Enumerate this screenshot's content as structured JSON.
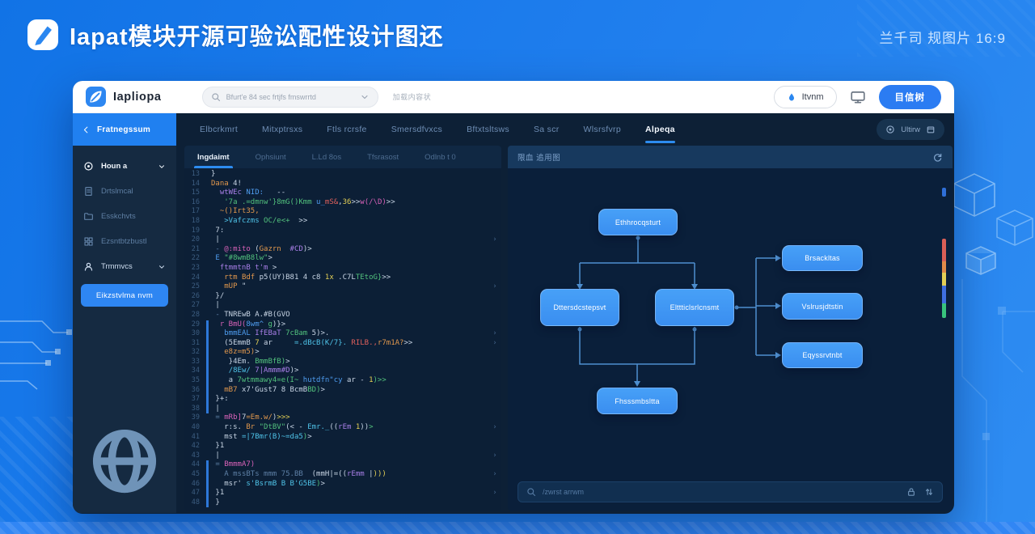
{
  "page": {
    "title": "Iapat模块开源可验讼配性设计图还",
    "meta": "兰千司 规图片 16:9"
  },
  "colors": {
    "accent": "#2d8cf0",
    "node_blue": "#3f97f6",
    "sidebar_header": "#2080f0",
    "wire": "#4e8fd0"
  },
  "topbar": {
    "logo_text": "Iapliopa",
    "logo_icon": "leaf-icon",
    "search_icon": "search-icon",
    "search_placeholder": "Bfurt'e 84 sec frtjfs fmswrrtd",
    "search_hint": "加载内容状",
    "theme_button": {
      "icon": "drop-icon",
      "label": "Itvnm"
    },
    "monitor_icon": "monitor-icon",
    "primary_button": "目信树"
  },
  "tabbar": {
    "tabs": [
      {
        "label": "Elbcrkmrt",
        "active": false
      },
      {
        "label": "Mitxptrsxs",
        "active": false
      },
      {
        "label": "Ftls rcrsfe",
        "active": false
      },
      {
        "label": "Smersdfvxcs",
        "active": false
      },
      {
        "label": "Bftxtsltsws",
        "active": false
      },
      {
        "label": "Sa scr",
        "active": false
      },
      {
        "label": "Wlsrsfvrp",
        "active": false
      },
      {
        "label": "Alpeqa",
        "active": true
      }
    ],
    "right_pill": {
      "icon_left": "badge-icon",
      "label": "Ultirw",
      "icon_right": "box-icon"
    }
  },
  "sidebar": {
    "back_icon": "chevron-left-icon",
    "header": "Fratnegssum",
    "items": [
      {
        "label": "Houn a",
        "icon": "target-icon",
        "state": "active",
        "chevron": true
      },
      {
        "label": "Drtslmcal",
        "icon": "file-icon",
        "state": "dim",
        "chevron": false
      },
      {
        "label": "Esskchvts",
        "icon": "folder-icon",
        "state": "dim",
        "chevron": false
      },
      {
        "label": "Ezsntbtzbustl",
        "icon": "grid-icon",
        "state": "dim",
        "chevron": false
      },
      {
        "label": "Trmmvcs",
        "icon": "user-icon",
        "state": "normal",
        "chevron": true
      }
    ],
    "cta": "Eikzstvlma nvm",
    "footer_icon": "globe-icon"
  },
  "editor": {
    "tabs": [
      {
        "label": "Ingdaimt",
        "active": true
      },
      {
        "label": "Ophsiunt",
        "active": false
      },
      {
        "label": "L.Ld 8os",
        "active": false
      },
      {
        "label": "Tfsrasost",
        "active": false
      },
      {
        "label": "Odlnb t 0",
        "active": false
      }
    ],
    "lines": [
      {
        "n": "13",
        "bar": 0,
        "chev": 0,
        "t": [
          [
            "w",
            "}"
          ]
        ]
      },
      {
        "n": "14",
        "bar": 0,
        "chev": 0,
        "t": [
          [
            "o",
            "Dana"
          ],
          [
            "w",
            " 4!"
          ]
        ]
      },
      {
        "n": "15",
        "bar": 0,
        "chev": 0,
        "t": [
          [
            "w",
            "  "
          ],
          [
            "p",
            "wtWEc"
          ],
          [
            "b",
            " NID:"
          ],
          [
            "w",
            "   --"
          ]
        ]
      },
      {
        "n": "16",
        "bar": 0,
        "chev": 0,
        "t": [
          [
            "w",
            "   "
          ],
          [
            "g",
            "'7a .=dmnw'}8mG()Kmm"
          ],
          [
            "b",
            " u_"
          ],
          [
            "r",
            "mS&"
          ],
          [
            "w",
            ","
          ],
          [
            "y",
            "36"
          ],
          [
            "w",
            ">>"
          ],
          [
            "m",
            "w(/\\D)"
          ],
          [
            "w",
            ">>"
          ]
        ]
      },
      {
        "n": "17",
        "bar": 0,
        "chev": 0,
        "t": [
          [
            "w",
            "  "
          ],
          [
            "o",
            "~()Irt35,"
          ]
        ]
      },
      {
        "n": "18",
        "bar": 0,
        "chev": 0,
        "t": [
          [
            "w",
            "   "
          ],
          [
            "c",
            ">Vafczms"
          ],
          [
            "g",
            " OC/e<+"
          ],
          [
            "w",
            "  >>"
          ]
        ]
      },
      {
        "n": "19",
        "bar": 0,
        "chev": 0,
        "t": [
          [
            "w",
            " 7:"
          ]
        ]
      },
      {
        "n": "20",
        "bar": 0,
        "chev": 1,
        "t": [
          [
            "w",
            " |"
          ]
        ]
      },
      {
        "n": "21",
        "bar": 0,
        "chev": 0,
        "t": [
          [
            "d",
            " - "
          ],
          [
            "m",
            "@:mito"
          ],
          [
            "w",
            " ("
          ],
          [
            "o",
            "Gazrn"
          ],
          [
            "p",
            "  #CD"
          ],
          [
            "w",
            ")>"
          ]
        ]
      },
      {
        "n": "22",
        "bar": 0,
        "chev": 0,
        "t": [
          [
            "w",
            " "
          ],
          [
            "b",
            "E"
          ],
          [
            "g",
            " \"#8wmB8lw\""
          ],
          [
            "w",
            ">"
          ]
        ]
      },
      {
        "n": "23",
        "bar": 0,
        "chev": 0,
        "t": [
          [
            "w",
            "  "
          ],
          [
            "p",
            "ftmmtnB t'm"
          ],
          [
            "w",
            " >"
          ]
        ]
      },
      {
        "n": "24",
        "bar": 0,
        "chev": 0,
        "t": [
          [
            "w",
            "   "
          ],
          [
            "o",
            "rtm Bdf"
          ],
          [
            "w",
            " p5(UY)B81 4 c8 "
          ],
          [
            "y",
            "1x"
          ],
          [
            "w",
            " .C7L"
          ],
          [
            "g",
            "TEtoG}"
          ],
          [
            "w",
            ">>"
          ]
        ]
      },
      {
        "n": "25",
        "bar": 0,
        "chev": 1,
        "t": [
          [
            "w",
            "   "
          ],
          [
            "o",
            "mUP"
          ],
          [
            "w",
            " \""
          ]
        ]
      },
      {
        "n": "26",
        "bar": 0,
        "chev": 0,
        "t": [
          [
            "w",
            " }/"
          ]
        ]
      },
      {
        "n": "27",
        "bar": 0,
        "chev": 0,
        "t": [
          [
            "w",
            " |"
          ]
        ]
      },
      {
        "n": "28",
        "bar": 0,
        "chev": 0,
        "t": [
          [
            "w",
            " "
          ],
          [
            "d",
            "- "
          ],
          [
            "w",
            "TNREwB A.#B(GVO"
          ]
        ]
      },
      {
        "n": "29",
        "bar": 1,
        "chev": 0,
        "t": [
          [
            "w",
            "  "
          ],
          [
            "m",
            "r BmU("
          ],
          [
            "b",
            "8wm^"
          ],
          [
            "g",
            " g"
          ],
          [
            "w",
            ")}>"
          ]
        ]
      },
      {
        "n": "30",
        "bar": 1,
        "chev": 1,
        "t": [
          [
            "w",
            "   "
          ],
          [
            "b",
            "bmmEAL"
          ],
          [
            "p",
            " IfEBaT"
          ],
          [
            "g",
            " 7cBam"
          ],
          [
            "w",
            " 5)>."
          ]
        ]
      },
      {
        "n": "31",
        "bar": 1,
        "chev": 1,
        "t": [
          [
            "w",
            "   (5EmmB "
          ],
          [
            "y",
            "7"
          ],
          [
            "w",
            " ar     "
          ],
          [
            "c",
            "=.dBcB(K/7}."
          ],
          [
            "r",
            " RILB.,"
          ],
          [
            "o",
            "r7m1A?"
          ],
          [
            "w",
            ">>"
          ]
        ]
      },
      {
        "n": "32",
        "bar": 1,
        "chev": 0,
        "t": [
          [
            "w",
            "   "
          ],
          [
            "o",
            "e8z=m5)"
          ],
          [
            "w",
            ">"
          ]
        ]
      },
      {
        "n": "33",
        "bar": 1,
        "chev": 0,
        "t": [
          [
            "w",
            "    }4Em. "
          ],
          [
            "g",
            "BmmBfB)"
          ],
          [
            "w",
            ">"
          ]
        ]
      },
      {
        "n": "34",
        "bar": 1,
        "chev": 0,
        "t": [
          [
            "w",
            "    "
          ],
          [
            "c",
            "/8Ew/"
          ],
          [
            "p",
            " 7|Ammm#D"
          ],
          [
            "w",
            ")>"
          ]
        ]
      },
      {
        "n": "35",
        "bar": 1,
        "chev": 0,
        "t": [
          [
            "w",
            "    a "
          ],
          [
            "g",
            "7wtmmawy4=e(I~ "
          ],
          [
            "b",
            "hutdfn\"cy"
          ],
          [
            "w",
            " ar - "
          ],
          [
            "y",
            "1"
          ],
          [
            "g",
            ")>>"
          ]
        ]
      },
      {
        "n": "36",
        "bar": 1,
        "chev": 0,
        "t": [
          [
            "w",
            "   "
          ],
          [
            "o",
            "mB7"
          ],
          [
            "w",
            " x7'Gust7 8 BcmB"
          ],
          [
            "g",
            "BD)"
          ],
          [
            "w",
            ">"
          ]
        ]
      },
      {
        "n": "37",
        "bar": 1,
        "chev": 0,
        "t": [
          [
            "w",
            " }+:"
          ]
        ]
      },
      {
        "n": "38",
        "bar": 1,
        "chev": 0,
        "t": [
          [
            "w",
            " |"
          ]
        ]
      },
      {
        "n": "39",
        "bar": 0,
        "chev": 0,
        "t": [
          [
            "w",
            " "
          ],
          [
            "d",
            "= "
          ],
          [
            "m",
            "mRb]"
          ],
          [
            "w",
            "7"
          ],
          [
            "o",
            "=Em.w/"
          ],
          [
            "w",
            ")"
          ],
          [
            "y",
            ">>>"
          ]
        ]
      },
      {
        "n": "40",
        "bar": 0,
        "chev": 1,
        "t": [
          [
            "w",
            "   r:s. "
          ],
          [
            "o",
            "Br"
          ],
          [
            "g",
            " \"DtBV\""
          ],
          [
            "w",
            "(< - "
          ],
          [
            "c",
            "Emr._"
          ],
          [
            "w",
            "(("
          ],
          [
            "p",
            "rEm"
          ],
          [
            "w",
            " "
          ],
          [
            "y",
            "1"
          ],
          [
            "w",
            "))"
          ],
          [
            "g",
            ">"
          ]
        ]
      },
      {
        "n": "41",
        "bar": 0,
        "chev": 0,
        "t": [
          [
            "w",
            "   mst "
          ],
          [
            "c",
            "=|7Bmr(B)~=da5"
          ],
          [
            "g",
            ")"
          ],
          [
            "w",
            ">"
          ]
        ]
      },
      {
        "n": "42",
        "bar": 0,
        "chev": 0,
        "t": [
          [
            "w",
            " }1"
          ]
        ]
      },
      {
        "n": "43",
        "bar": 0,
        "chev": 1,
        "t": [
          [
            "w",
            " |"
          ]
        ]
      },
      {
        "n": "44",
        "bar": 1,
        "chev": 0,
        "t": [
          [
            "w",
            " "
          ],
          [
            "d",
            "= "
          ],
          [
            "m",
            "BmmmA7)"
          ]
        ]
      },
      {
        "n": "45",
        "bar": 1,
        "chev": 1,
        "t": [
          [
            "w",
            "   "
          ],
          [
            "d",
            "A mssBTs mmm 75.BB  "
          ],
          [
            "w",
            "(mmH|=(("
          ],
          [
            "p",
            "rEmm"
          ],
          [
            "w",
            " |"
          ],
          [
            "y",
            ")))"
          ]
        ]
      },
      {
        "n": "46",
        "bar": 1,
        "chev": 0,
        "t": [
          [
            "w",
            "   msr' "
          ],
          [
            "c",
            "s'BsrmB B B'G5BE"
          ],
          [
            "g",
            ")"
          ],
          [
            "w",
            ">"
          ]
        ]
      },
      {
        "n": "47",
        "bar": 1,
        "chev": 1,
        "t": [
          [
            "w",
            " }1"
          ]
        ]
      },
      {
        "n": "48",
        "bar": 1,
        "chev": 0,
        "t": [
          [
            "w",
            " }"
          ]
        ]
      }
    ]
  },
  "diagram": {
    "header": "限血 追用图",
    "refresh_icon": "refresh-icon",
    "nodes": {
      "top": "Ethhrocqsturt",
      "left": "Dttersdcstepsvt",
      "center": "Elttticlsrlcnsmt",
      "bottom": "Fhsssmbsltta",
      "right1": "Brsackltas",
      "right2": "Vslrusjdtstin",
      "right3": "Eqyssrvtnbt"
    },
    "minimap": {
      "dot_color": "#2f6fd8",
      "segments": [
        {
          "color": "#d95f57",
          "h": 28
        },
        {
          "color": "#e08b4a",
          "h": 14
        },
        {
          "color": "#e3cf56",
          "h": 16
        },
        {
          "color": "#3f6fe0",
          "h": 22
        },
        {
          "color": "#38c37d",
          "h": 18
        }
      ]
    },
    "search": {
      "icon": "search-icon",
      "placeholder": "/zwrst arrwm",
      "right_icons": [
        "lock-icon",
        "updown-icon"
      ]
    }
  }
}
